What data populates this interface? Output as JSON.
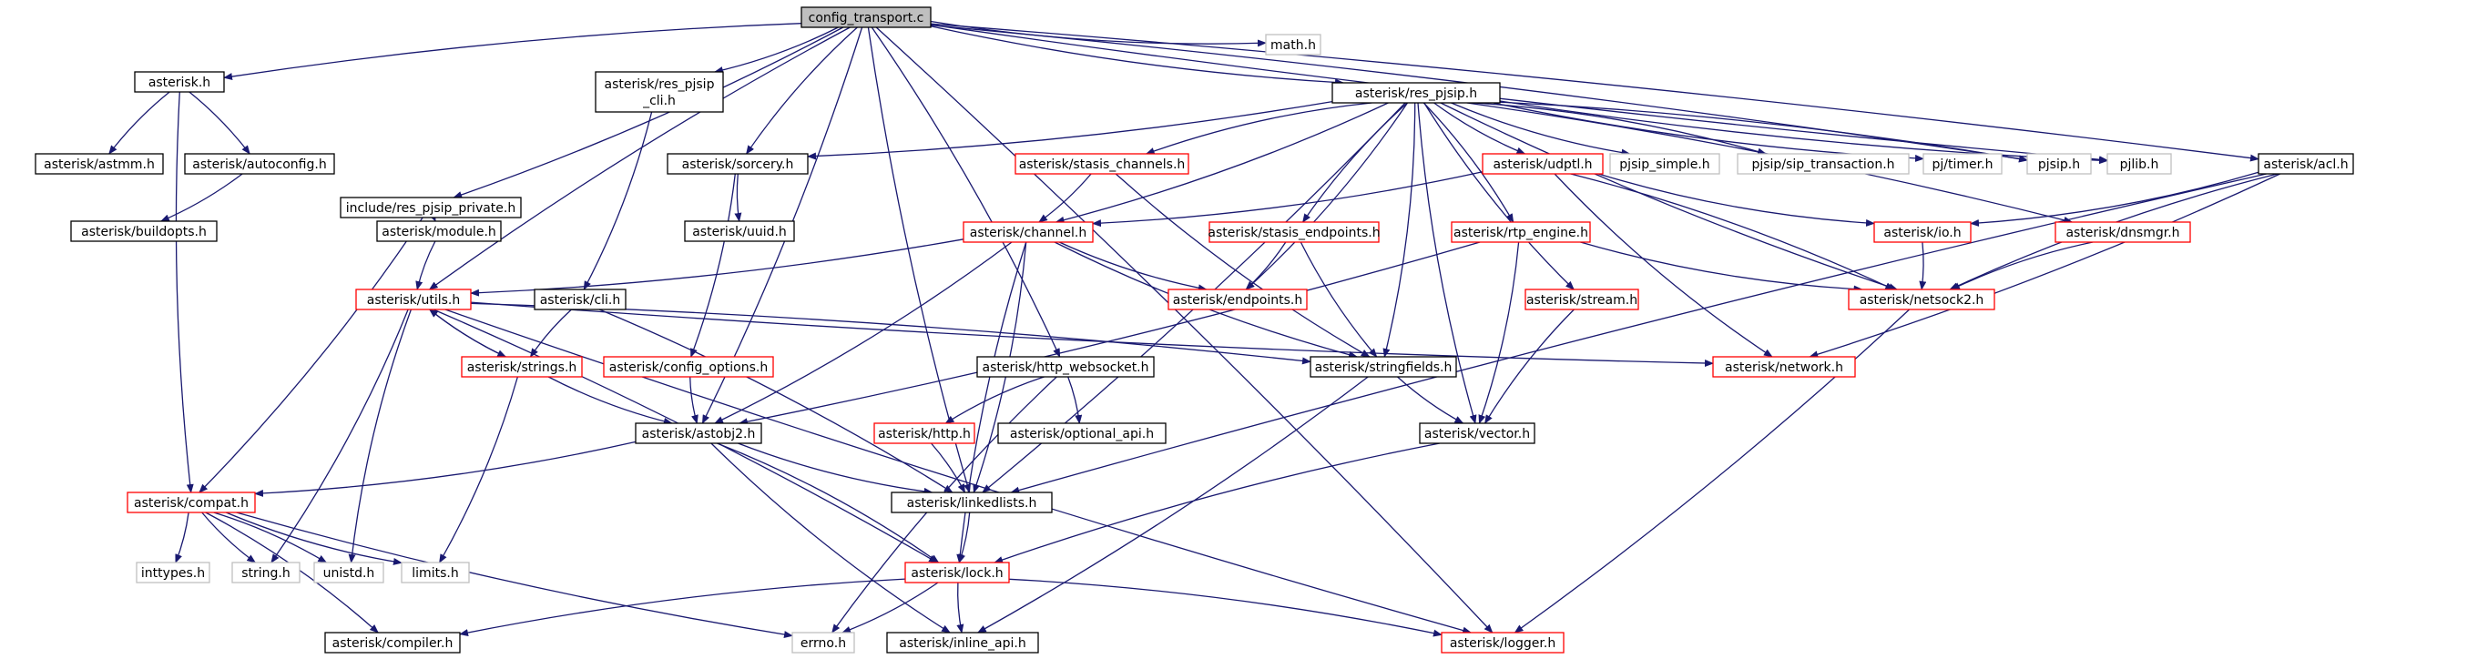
{
  "diagram": {
    "type": "include-dependency-graph",
    "colors": {
      "edge": "#191970",
      "border_plain": "#000000",
      "border_documented": "#ff0000",
      "border_external": "#bfbfbf",
      "root_fill": "#bfbfbf",
      "node_fill": "#ffffff"
    },
    "nodes": [
      {
        "id": "config_transport",
        "label": "config_transport.c",
        "kind": "root"
      },
      {
        "id": "asterisk_h",
        "label": "asterisk.h",
        "kind": "plain"
      },
      {
        "id": "res_pjsip_cli",
        "label": "asterisk/res_pjsip\n_cli.h",
        "kind": "plain"
      },
      {
        "id": "res_pjsip",
        "label": "asterisk/res_pjsip.h",
        "kind": "plain"
      },
      {
        "id": "math",
        "label": "math.h",
        "kind": "external"
      },
      {
        "id": "astmm",
        "label": "asterisk/astmm.h",
        "kind": "plain"
      },
      {
        "id": "autoconfig",
        "label": "asterisk/autoconfig.h",
        "kind": "plain"
      },
      {
        "id": "res_pjsip_private",
        "label": "include/res_pjsip_private.h",
        "kind": "plain"
      },
      {
        "id": "sorcery",
        "label": "asterisk/sorcery.h",
        "kind": "plain"
      },
      {
        "id": "stasis_channels",
        "label": "asterisk/stasis_channels.h",
        "kind": "documented"
      },
      {
        "id": "udptl",
        "label": "asterisk/udptl.h",
        "kind": "documented"
      },
      {
        "id": "pjsip_simple",
        "label": "pjsip_simple.h",
        "kind": "external"
      },
      {
        "id": "pjsip_sip_transaction",
        "label": "pjsip/sip_transaction.h",
        "kind": "external"
      },
      {
        "id": "pj_timer",
        "label": "pj/timer.h",
        "kind": "external"
      },
      {
        "id": "pjsip_h",
        "label": "pjsip.h",
        "kind": "external"
      },
      {
        "id": "pjlib",
        "label": "pjlib.h",
        "kind": "external"
      },
      {
        "id": "acl",
        "label": "asterisk/acl.h",
        "kind": "plain"
      },
      {
        "id": "buildopts",
        "label": "asterisk/buildopts.h",
        "kind": "plain"
      },
      {
        "id": "module",
        "label": "asterisk/module.h",
        "kind": "plain"
      },
      {
        "id": "uuid",
        "label": "asterisk/uuid.h",
        "kind": "plain"
      },
      {
        "id": "channel",
        "label": "asterisk/channel.h",
        "kind": "documented"
      },
      {
        "id": "stasis_endpoints",
        "label": "asterisk/stasis_endpoints.h",
        "kind": "documented"
      },
      {
        "id": "rtp_engine",
        "label": "asterisk/rtp_engine.h",
        "kind": "documented"
      },
      {
        "id": "io",
        "label": "asterisk/io.h",
        "kind": "documented"
      },
      {
        "id": "dnsmgr",
        "label": "asterisk/dnsmgr.h",
        "kind": "documented"
      },
      {
        "id": "utils",
        "label": "asterisk/utils.h",
        "kind": "documented"
      },
      {
        "id": "cli",
        "label": "asterisk/cli.h",
        "kind": "plain"
      },
      {
        "id": "endpoints",
        "label": "asterisk/endpoints.h",
        "kind": "documented"
      },
      {
        "id": "netsock2",
        "label": "asterisk/netsock2.h",
        "kind": "documented"
      },
      {
        "id": "stream",
        "label": "asterisk/stream.h",
        "kind": "documented"
      },
      {
        "id": "strings",
        "label": "asterisk/strings.h",
        "kind": "documented"
      },
      {
        "id": "config_options",
        "label": "asterisk/config_options.h",
        "kind": "documented"
      },
      {
        "id": "http_websocket",
        "label": "asterisk/http_websocket.h",
        "kind": "plain"
      },
      {
        "id": "stringfields",
        "label": "asterisk/stringfields.h",
        "kind": "plain"
      },
      {
        "id": "network",
        "label": "asterisk/network.h",
        "kind": "documented"
      },
      {
        "id": "http",
        "label": "asterisk/http.h",
        "kind": "documented"
      },
      {
        "id": "optional_api",
        "label": "asterisk/optional_api.h",
        "kind": "plain"
      },
      {
        "id": "astobj2",
        "label": "asterisk/astobj2.h",
        "kind": "plain"
      },
      {
        "id": "vector",
        "label": "asterisk/vector.h",
        "kind": "plain"
      },
      {
        "id": "compat",
        "label": "asterisk/compat.h",
        "kind": "documented"
      },
      {
        "id": "linkedlists",
        "label": "asterisk/linkedlists.h",
        "kind": "plain"
      },
      {
        "id": "inttypes",
        "label": "inttypes.h",
        "kind": "external"
      },
      {
        "id": "string_h",
        "label": "string.h",
        "kind": "external"
      },
      {
        "id": "unistd",
        "label": "unistd.h",
        "kind": "external"
      },
      {
        "id": "limits",
        "label": "limits.h",
        "kind": "external"
      },
      {
        "id": "lock",
        "label": "asterisk/lock.h",
        "kind": "documented"
      },
      {
        "id": "compiler",
        "label": "asterisk/compiler.h",
        "kind": "plain"
      },
      {
        "id": "errno",
        "label": "errno.h",
        "kind": "external"
      },
      {
        "id": "inline_api",
        "label": "asterisk/inline_api.h",
        "kind": "plain"
      },
      {
        "id": "logger",
        "label": "asterisk/logger.h",
        "kind": "documented"
      }
    ],
    "edges": [
      [
        "config_transport",
        "asterisk_h"
      ],
      [
        "config_transport",
        "res_pjsip_private"
      ],
      [
        "config_transport",
        "utils"
      ],
      [
        "config_transport",
        "res_pjsip_cli"
      ],
      [
        "config_transport",
        "sorcery"
      ],
      [
        "config_transport",
        "astobj2"
      ],
      [
        "config_transport",
        "linkedlists"
      ],
      [
        "config_transport",
        "http_websocket"
      ],
      [
        "config_transport",
        "res_pjsip"
      ],
      [
        "config_transport",
        "pjsip_h"
      ],
      [
        "config_transport",
        "pjlib"
      ],
      [
        "config_transport",
        "acl"
      ],
      [
        "config_transport",
        "math"
      ],
      [
        "config_transport",
        "logger"
      ],
      [
        "asterisk_h",
        "astmm"
      ],
      [
        "asterisk_h",
        "autoconfig"
      ],
      [
        "asterisk_h",
        "compat"
      ],
      [
        "autoconfig",
        "buildopts"
      ],
      [
        "res_pjsip_private",
        "module"
      ],
      [
        "res_pjsip_private",
        "compat"
      ],
      [
        "module",
        "utils"
      ],
      [
        "res_pjsip_cli",
        "cli"
      ],
      [
        "cli",
        "strings"
      ],
      [
        "cli",
        "linkedlists"
      ],
      [
        "sorcery",
        "uuid"
      ],
      [
        "sorcery",
        "config_options"
      ],
      [
        "config_options",
        "astobj2"
      ],
      [
        "res_pjsip",
        "sorcery"
      ],
      [
        "res_pjsip",
        "stasis_channels"
      ],
      [
        "res_pjsip",
        "channel"
      ],
      [
        "res_pjsip",
        "stasis_endpoints"
      ],
      [
        "res_pjsip",
        "endpoints"
      ],
      [
        "res_pjsip",
        "udptl"
      ],
      [
        "res_pjsip",
        "rtp_engine"
      ],
      [
        "res_pjsip",
        "stream"
      ],
      [
        "res_pjsip",
        "stringfields"
      ],
      [
        "res_pjsip",
        "vector"
      ],
      [
        "res_pjsip",
        "linkedlists"
      ],
      [
        "res_pjsip",
        "netsock2"
      ],
      [
        "res_pjsip",
        "dnsmgr"
      ],
      [
        "res_pjsip",
        "pjsip_simple"
      ],
      [
        "res_pjsip",
        "pjsip_sip_transaction"
      ],
      [
        "res_pjsip",
        "pj_timer"
      ],
      [
        "res_pjsip",
        "pjsip_h"
      ],
      [
        "res_pjsip",
        "pjlib"
      ],
      [
        "stasis_channels",
        "channel"
      ],
      [
        "stasis_channels",
        "stringfields"
      ],
      [
        "channel",
        "utils"
      ],
      [
        "channel",
        "endpoints"
      ],
      [
        "channel",
        "astobj2"
      ],
      [
        "channel",
        "stringfields"
      ],
      [
        "channel",
        "linkedlists"
      ],
      [
        "channel",
        "lock"
      ],
      [
        "stasis_endpoints",
        "endpoints"
      ],
      [
        "stasis_endpoints",
        "stringfields"
      ],
      [
        "udptl",
        "channel"
      ],
      [
        "udptl",
        "io"
      ],
      [
        "udptl",
        "netsock2"
      ],
      [
        "udptl",
        "network"
      ],
      [
        "rtp_engine",
        "astobj2"
      ],
      [
        "rtp_engine",
        "netsock2"
      ],
      [
        "rtp_engine",
        "vector"
      ],
      [
        "stream",
        "vector"
      ],
      [
        "io",
        "netsock2"
      ],
      [
        "dnsmgr",
        "netsock2"
      ],
      [
        "acl",
        "io"
      ],
      [
        "acl",
        "netsock2"
      ],
      [
        "acl",
        "network"
      ],
      [
        "acl",
        "linkedlists"
      ],
      [
        "netsock2",
        "logger"
      ],
      [
        "utils",
        "strings"
      ],
      [
        "utils",
        "stringfields"
      ],
      [
        "utils",
        "network"
      ],
      [
        "utils",
        "lock"
      ],
      [
        "utils",
        "logger"
      ],
      [
        "utils",
        "string_h"
      ],
      [
        "utils",
        "unistd"
      ],
      [
        "strings",
        "utils"
      ],
      [
        "strings",
        "astobj2"
      ],
      [
        "strings",
        "limits"
      ],
      [
        "http_websocket",
        "http"
      ],
      [
        "http_websocket",
        "optional_api"
      ],
      [
        "http_websocket",
        "errno"
      ],
      [
        "http",
        "linkedlists"
      ],
      [
        "stringfields",
        "vector"
      ],
      [
        "stringfields",
        "inline_api"
      ],
      [
        "vector",
        "lock"
      ],
      [
        "astobj2",
        "compat"
      ],
      [
        "astobj2",
        "linkedlists"
      ],
      [
        "astobj2",
        "lock"
      ],
      [
        "astobj2",
        "inline_api"
      ],
      [
        "compat",
        "inttypes"
      ],
      [
        "compat",
        "string_h"
      ],
      [
        "compat",
        "unistd"
      ],
      [
        "compat",
        "limits"
      ],
      [
        "compat",
        "compiler"
      ],
      [
        "compat",
        "errno"
      ],
      [
        "linkedlists",
        "lock"
      ],
      [
        "lock",
        "compiler"
      ],
      [
        "lock",
        "errno"
      ],
      [
        "lock",
        "inline_api"
      ],
      [
        "lock",
        "logger"
      ]
    ]
  }
}
